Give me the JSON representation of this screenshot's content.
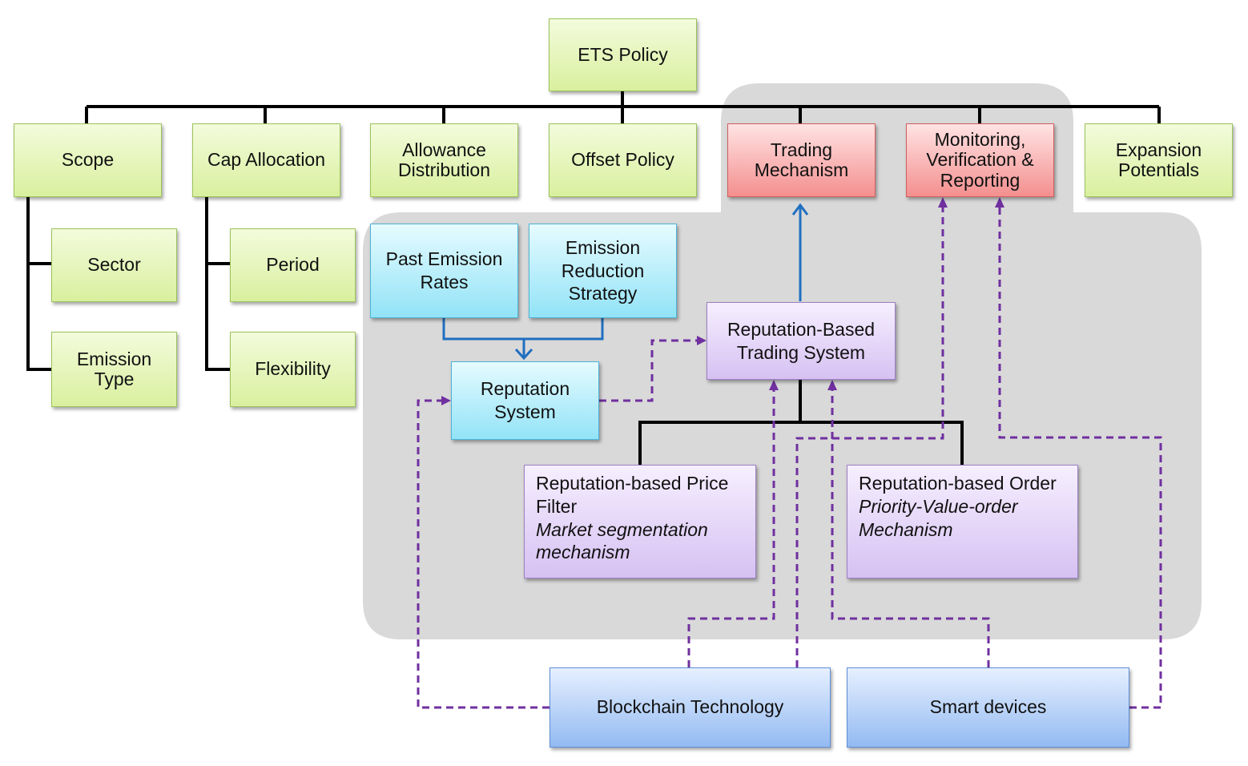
{
  "diagram": {
    "root": {
      "label": "ETS Policy"
    },
    "components": {
      "scope": "Scope",
      "cap_allocation": "Cap Allocation",
      "allowance_distribution": "Allowance\nDistribution",
      "offset_policy": "Offset Policy",
      "trading_mechanism": "Trading\nMechanism",
      "mrv": "Monitoring,\nVerification &\nReporting",
      "expansion_potentials": "Expansion\nPotentials"
    },
    "scope_children": {
      "sector": "Sector",
      "emission_type": "Emission\nType"
    },
    "cap_children": {
      "period": "Period",
      "flexibility": "Flexibility"
    },
    "reputation": {
      "past_emission_rates": "Past Emission\nRates",
      "emission_reduction_strategy": "Emission\nReduction\nStrategy",
      "reputation_system": "Reputation\nSystem",
      "reputation_based_trading_system": "Reputation-Based\nTrading System",
      "price_filter": {
        "title": "Reputation-based Price\nFilter",
        "subtitle": "Market segmentation\nmechanism"
      },
      "order": {
        "title": "Reputation-based Order",
        "subtitle": "Priority-Value-order\nMechanism"
      }
    },
    "enablers": {
      "blockchain": "Blockchain Technology",
      "smart_devices": "Smart devices"
    },
    "colors": {
      "green": "#d9f09e",
      "red": "#f48f8f",
      "cyan": "#92e3f7",
      "purple": "#d6c1f2",
      "blue": "#93baf2",
      "highlight_region": "#d9d9d9",
      "solid_arrow": "#1f6fc0",
      "dashed_arrow": "#7030a0"
    }
  }
}
